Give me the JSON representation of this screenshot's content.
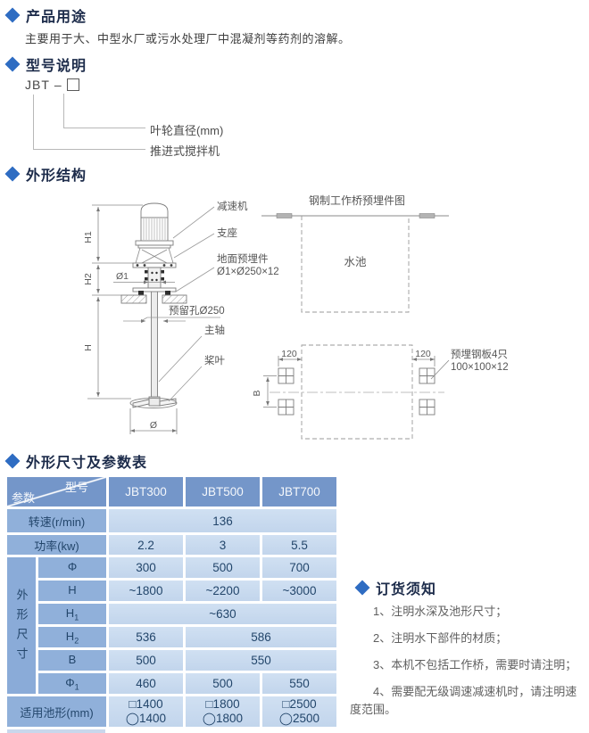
{
  "colors": {
    "accent_diamond": "#2e6cc2",
    "table_header": "#7496c9",
    "table_label": "#90b0da",
    "table_value": "#c6d8ee",
    "title_text": "#1c2b4a"
  },
  "usage": {
    "title": "产品用途",
    "body": "主要用于大、中型水厂或污水处理厂中混凝剂等药剂的溶解。"
  },
  "model": {
    "title": "型号说明",
    "code": "JBT",
    "dash": "–",
    "impeller_label": "叶轮直径(mm)",
    "machine_label": "推进式搅拌机"
  },
  "structure": {
    "title": "外形结构",
    "left": {
      "h1": "H1",
      "h2": "H2",
      "h": "H",
      "o1": "Ø1",
      "o": "Ø",
      "reducer": "减速机",
      "support": "支座",
      "embed": "地面预埋件",
      "embed_size": "Ø1×Ø250×12",
      "hole": "预留孔Ø250",
      "shaft": "主轴",
      "blade": "桨叶"
    },
    "right": {
      "title": "钢制工作桥预埋件图",
      "pool": "水池",
      "dim_left": "120",
      "dim_right": "120",
      "b": "B",
      "plate": "预埋钢板4只",
      "plate_size": "100×100×12"
    }
  },
  "table": {
    "title": "外形尺寸及参数表",
    "corner": {
      "top": "型号",
      "bottom": "参数"
    },
    "models": [
      "JBT300",
      "JBT500",
      "JBT700"
    ],
    "speed": {
      "label": "转速(r/min)",
      "value": "136"
    },
    "power": {
      "label": "功率(kw)",
      "values": [
        "2.2",
        "3",
        "5.5"
      ]
    },
    "group": {
      "label": "外形尺寸"
    },
    "dims": [
      {
        "label": "Φ",
        "sub": "",
        "v": [
          "300",
          "500",
          "700"
        ]
      },
      {
        "label": "H",
        "sub": "",
        "v": [
          "~1800",
          "~2200",
          "~3000"
        ]
      },
      {
        "label": "H",
        "sub": "1",
        "merged": "~630"
      },
      {
        "label": "H",
        "sub": "2",
        "v1": "536",
        "v23": "586"
      },
      {
        "label": "B",
        "sub": "",
        "v1": "500",
        "v23": "550"
      },
      {
        "label": "Φ",
        "sub": "1",
        "v": [
          "460",
          "500",
          "550"
        ]
      }
    ],
    "pool": {
      "label": "适用池形(mm)",
      "cells": [
        [
          "□1400",
          "◯1400"
        ],
        [
          "□1800",
          "◯1800"
        ],
        [
          "□2500",
          "◯2500"
        ]
      ]
    }
  },
  "order": {
    "title": "订货须知",
    "items": [
      "1、注明水深及池形尺寸；",
      "2、注明水下部件的材质；",
      "3、本机不包括工作桥，需要时请注明；",
      "4、需要配无级调速减速机时，请注明速度范围。"
    ]
  }
}
